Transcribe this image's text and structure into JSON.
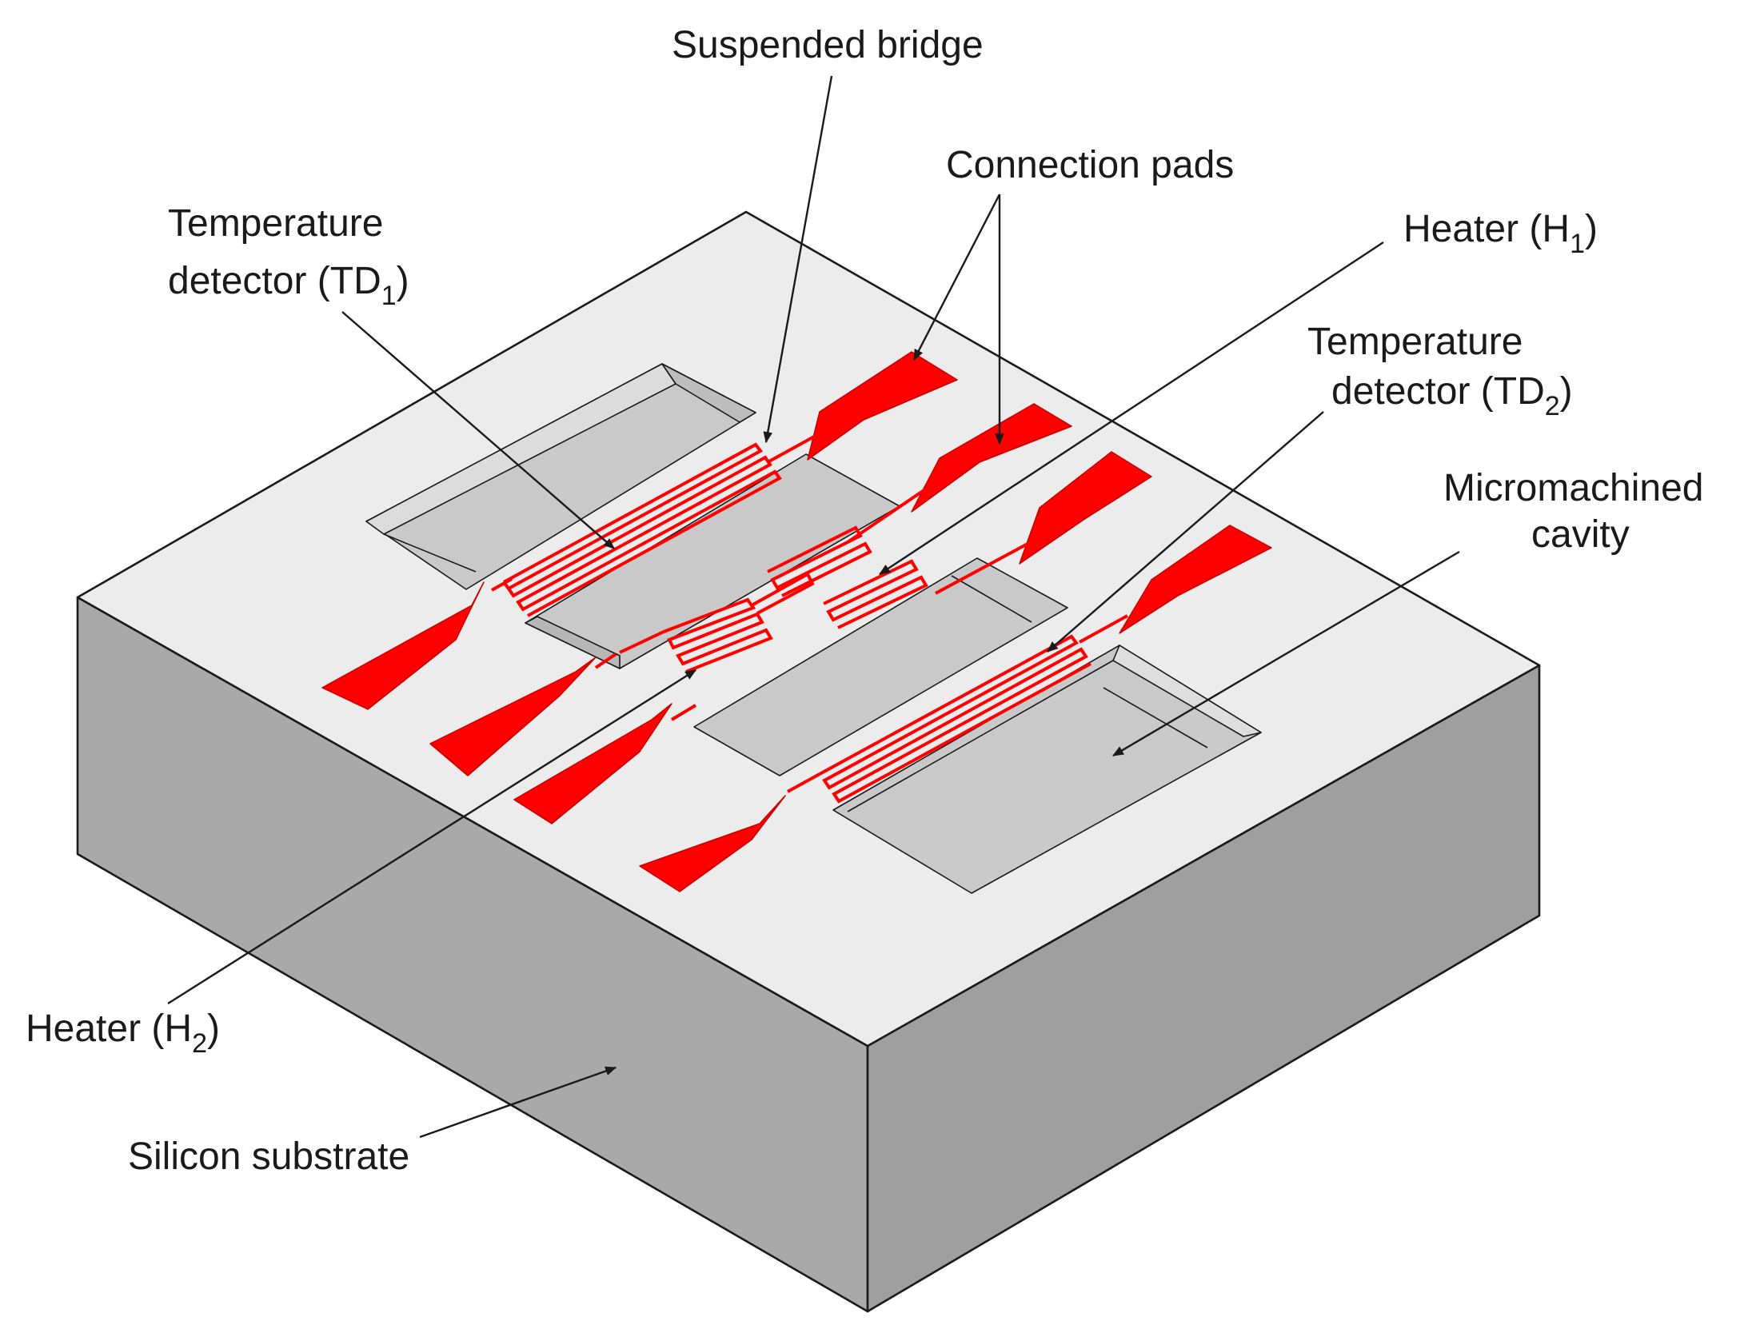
{
  "colors": {
    "substrate_top": "#ececec",
    "substrate_front": "#a9a9a9",
    "substrate_right": "#9f9f9f",
    "cavity": "#c9c9c9",
    "metal": "#ff0000",
    "ink": "#1a1a1a"
  },
  "labels": {
    "suspended_bridge": "Suspended bridge",
    "connection_pads": "Connection pads",
    "td1_line1": "Temperature",
    "td1_line2": "detector (TD",
    "td1_sub": "1",
    "td1_close": ")",
    "heater1": "Heater (H",
    "heater1_sub": "1",
    "heater1_close": ")",
    "td2_line1": "Temperature",
    "td2_line2": "detector (TD",
    "td2_sub": "2",
    "td2_close": ")",
    "cavity_line1": "Micromachined",
    "cavity_line2": "cavity",
    "heater2": "Heater (H",
    "heater2_sub": "2",
    "heater2_close": ")",
    "substrate": "Silicon substrate"
  }
}
